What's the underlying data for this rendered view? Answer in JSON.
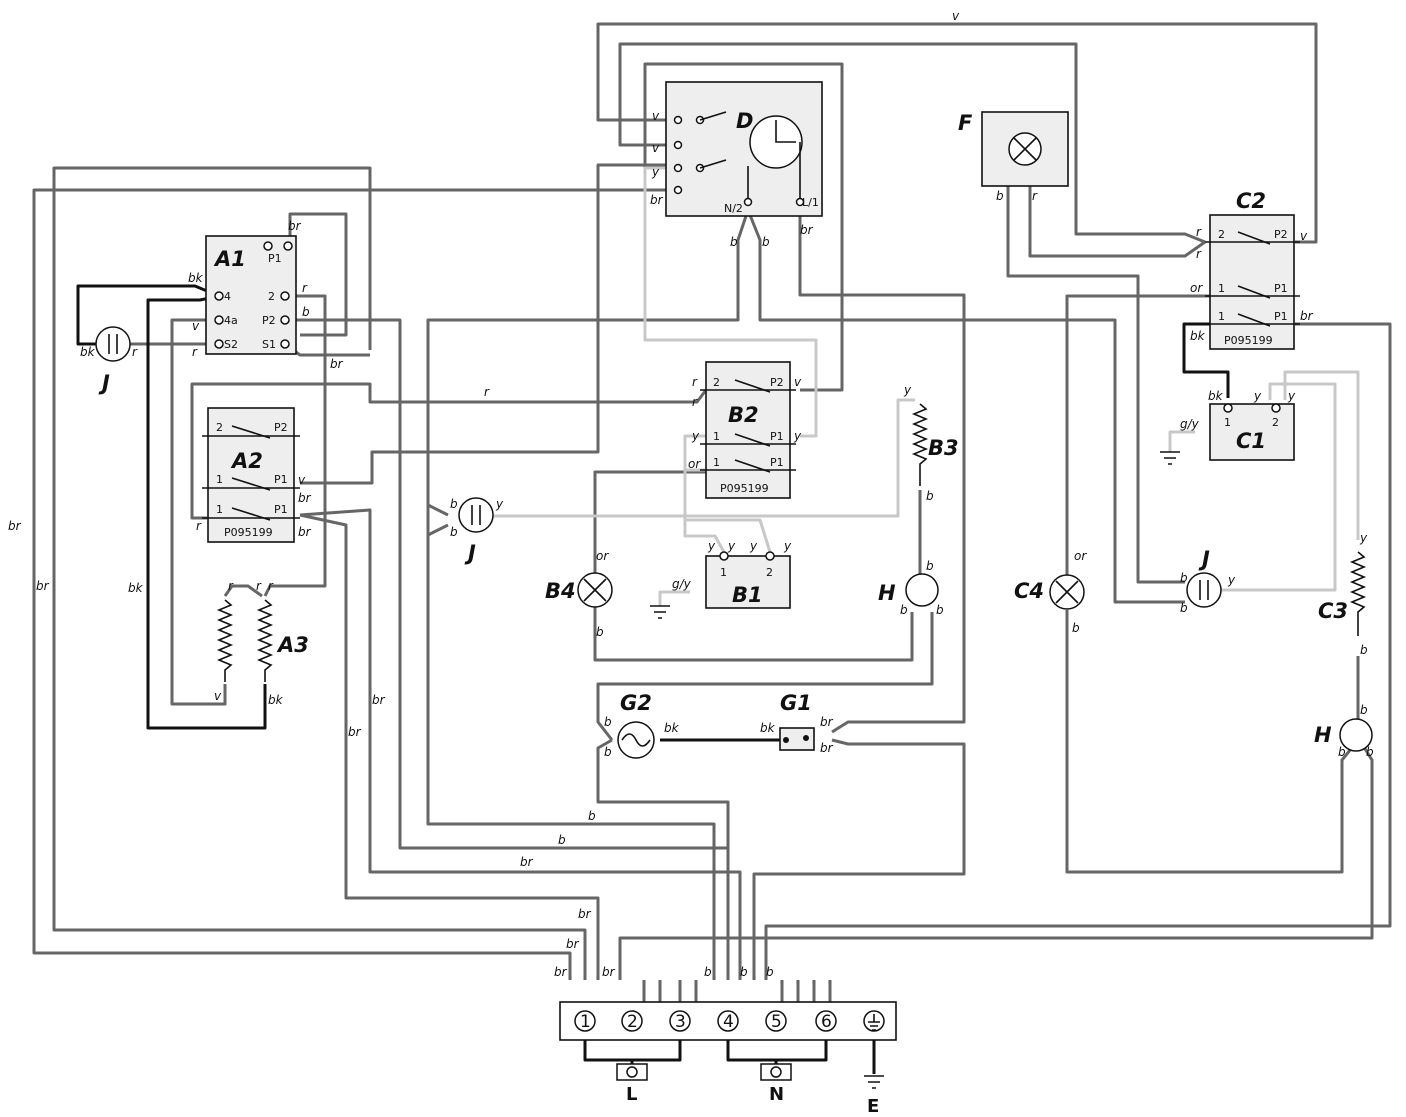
{
  "components": {
    "A1": "A1",
    "A2": "A2",
    "A3": "A3",
    "B1": "B1",
    "B2": "B2",
    "B3": "B3",
    "B4": "B4",
    "C1": "C1",
    "C2": "C2",
    "C3": "C3",
    "C4": "C4",
    "D": "D",
    "F": "F",
    "G1": "G1",
    "G2": "G2",
    "H": "H",
    "J": "J"
  },
  "part_number": "P095199",
  "pins": {
    "p1": "P1",
    "p2": "P2",
    "one": "1",
    "two": "2",
    "four": "4",
    "four_a": "4a",
    "s1": "S1",
    "s2": "S2",
    "n2": "N/2",
    "l1": "L/1"
  },
  "wire_colors": {
    "br": "br",
    "b": "b",
    "bk": "bk",
    "v": "v",
    "r": "r",
    "y": "y",
    "or": "or",
    "gy": "g/y"
  },
  "terminal_block": {
    "terminals": [
      "1",
      "2",
      "3",
      "4",
      "5",
      "6"
    ],
    "labels": {
      "L": "L",
      "N": "N",
      "E": "E"
    }
  },
  "colors": {
    "wire": "#666666",
    "wire_light": "#c8c8c8",
    "wire_black": "#111111",
    "box_fill": "#eeeeee"
  }
}
